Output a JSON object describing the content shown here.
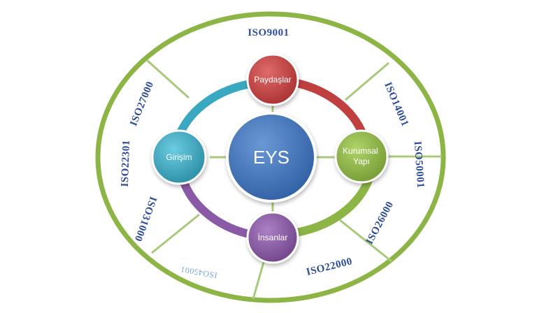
{
  "diagram": {
    "center": {
      "label": "EYS",
      "color": "#3f72b8"
    },
    "nodes": [
      {
        "id": "paydaslar",
        "label": "Paydaşlar",
        "color": "#c0403f"
      },
      {
        "id": "kurumsal",
        "label_lines": [
          "Kurumsal",
          "Yapı"
        ],
        "color": "#8db545"
      },
      {
        "id": "insanlar",
        "label": "İnsanlar",
        "color": "#8a5aa6"
      },
      {
        "id": "girisim",
        "label": "Girişim",
        "color": "#3aa8c0"
      }
    ],
    "ring_colors": {
      "top_right": "#c0403f",
      "bottom_right": "#8db545",
      "bottom_left": "#8a5aa6",
      "top_left": "#3aa8c0"
    },
    "outer_ring_color": "#8db545",
    "standards": [
      "ISO9001",
      "ISO14001",
      "ISO50001",
      "ISO26000",
      "ISO22000",
      "ISO45001",
      "ISO31000",
      "ISO22301",
      "ISO27000"
    ]
  }
}
